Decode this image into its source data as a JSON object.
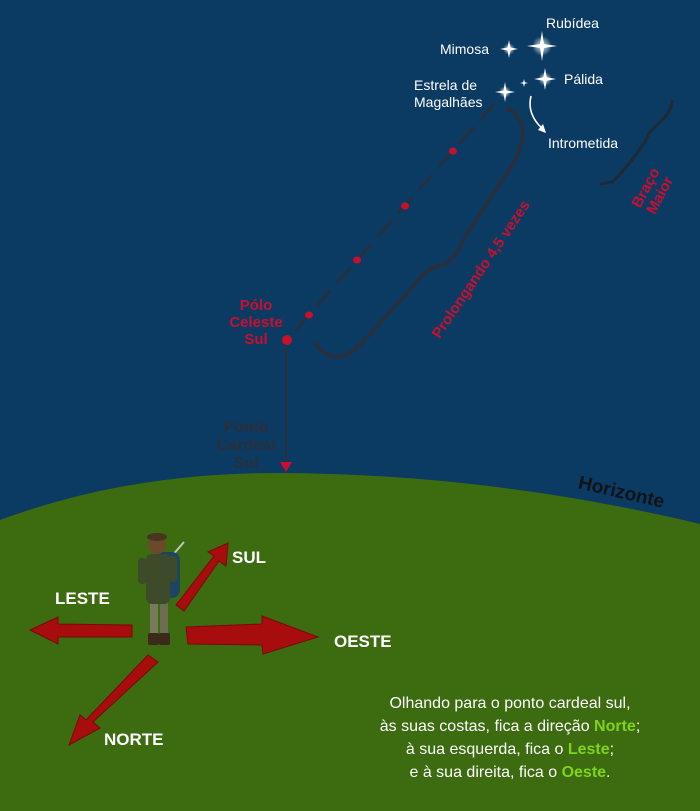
{
  "stars": {
    "rubidea": "Rubídea",
    "mimosa": "Mimosa",
    "palida": "Pálida",
    "magalhaes_line1": "Estrela de",
    "magalhaes_line2": "Magalhães",
    "intrometida": "Intrometida"
  },
  "labels": {
    "braco_line1": "Braço",
    "braco_line2": "Maior",
    "polo_line1": "Pólo",
    "polo_line2": "Celeste",
    "polo_line3": "Sul",
    "prolongando": "Prolongando 4,5 vezes",
    "ponto_line1": "Ponto",
    "ponto_line2": "Cardeal",
    "ponto_line3": "Sul",
    "horizonte": "Horizonte"
  },
  "directions": {
    "sul": "SUL",
    "leste": "LESTE",
    "oeste": "OESTE",
    "norte": "NORTE"
  },
  "caption": {
    "line1": "Olhando para o ponto cardeal sul,",
    "line2_pre": "às suas costas, fica a direção ",
    "line2_hl": "Norte",
    "line2_post": ";",
    "line3_pre": "à sua esquerda, fica o ",
    "line3_hl": "Leste",
    "line3_post": ";",
    "line4_pre": "e à sua direita, fica o ",
    "line4_hl": "Oeste",
    "line4_post": "."
  },
  "colors": {
    "sky": "#0b3a63",
    "ground": "#3d6b10",
    "arrow_red": "#a80d0d",
    "label_red": "#c8102e",
    "highlight_green": "#7fd31a"
  },
  "icons": {
    "star": "four-point-star-icon",
    "person": "hiker-icon",
    "arrow": "direction-arrow-icon"
  }
}
